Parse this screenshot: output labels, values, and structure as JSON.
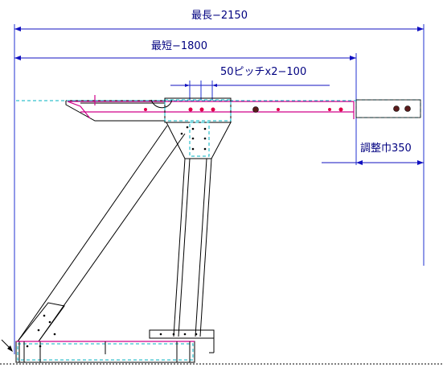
{
  "dimensions": {
    "overall_max": "最長−2150",
    "overall_min": "最短−1800",
    "pitch": "50ピッチx2−100",
    "adjust_range": "調整巾350"
  },
  "colors": {
    "dimension": "#1010c0",
    "frame": "#000000",
    "inner_tube": "#d0008a",
    "hidden": "#00b0c0"
  }
}
